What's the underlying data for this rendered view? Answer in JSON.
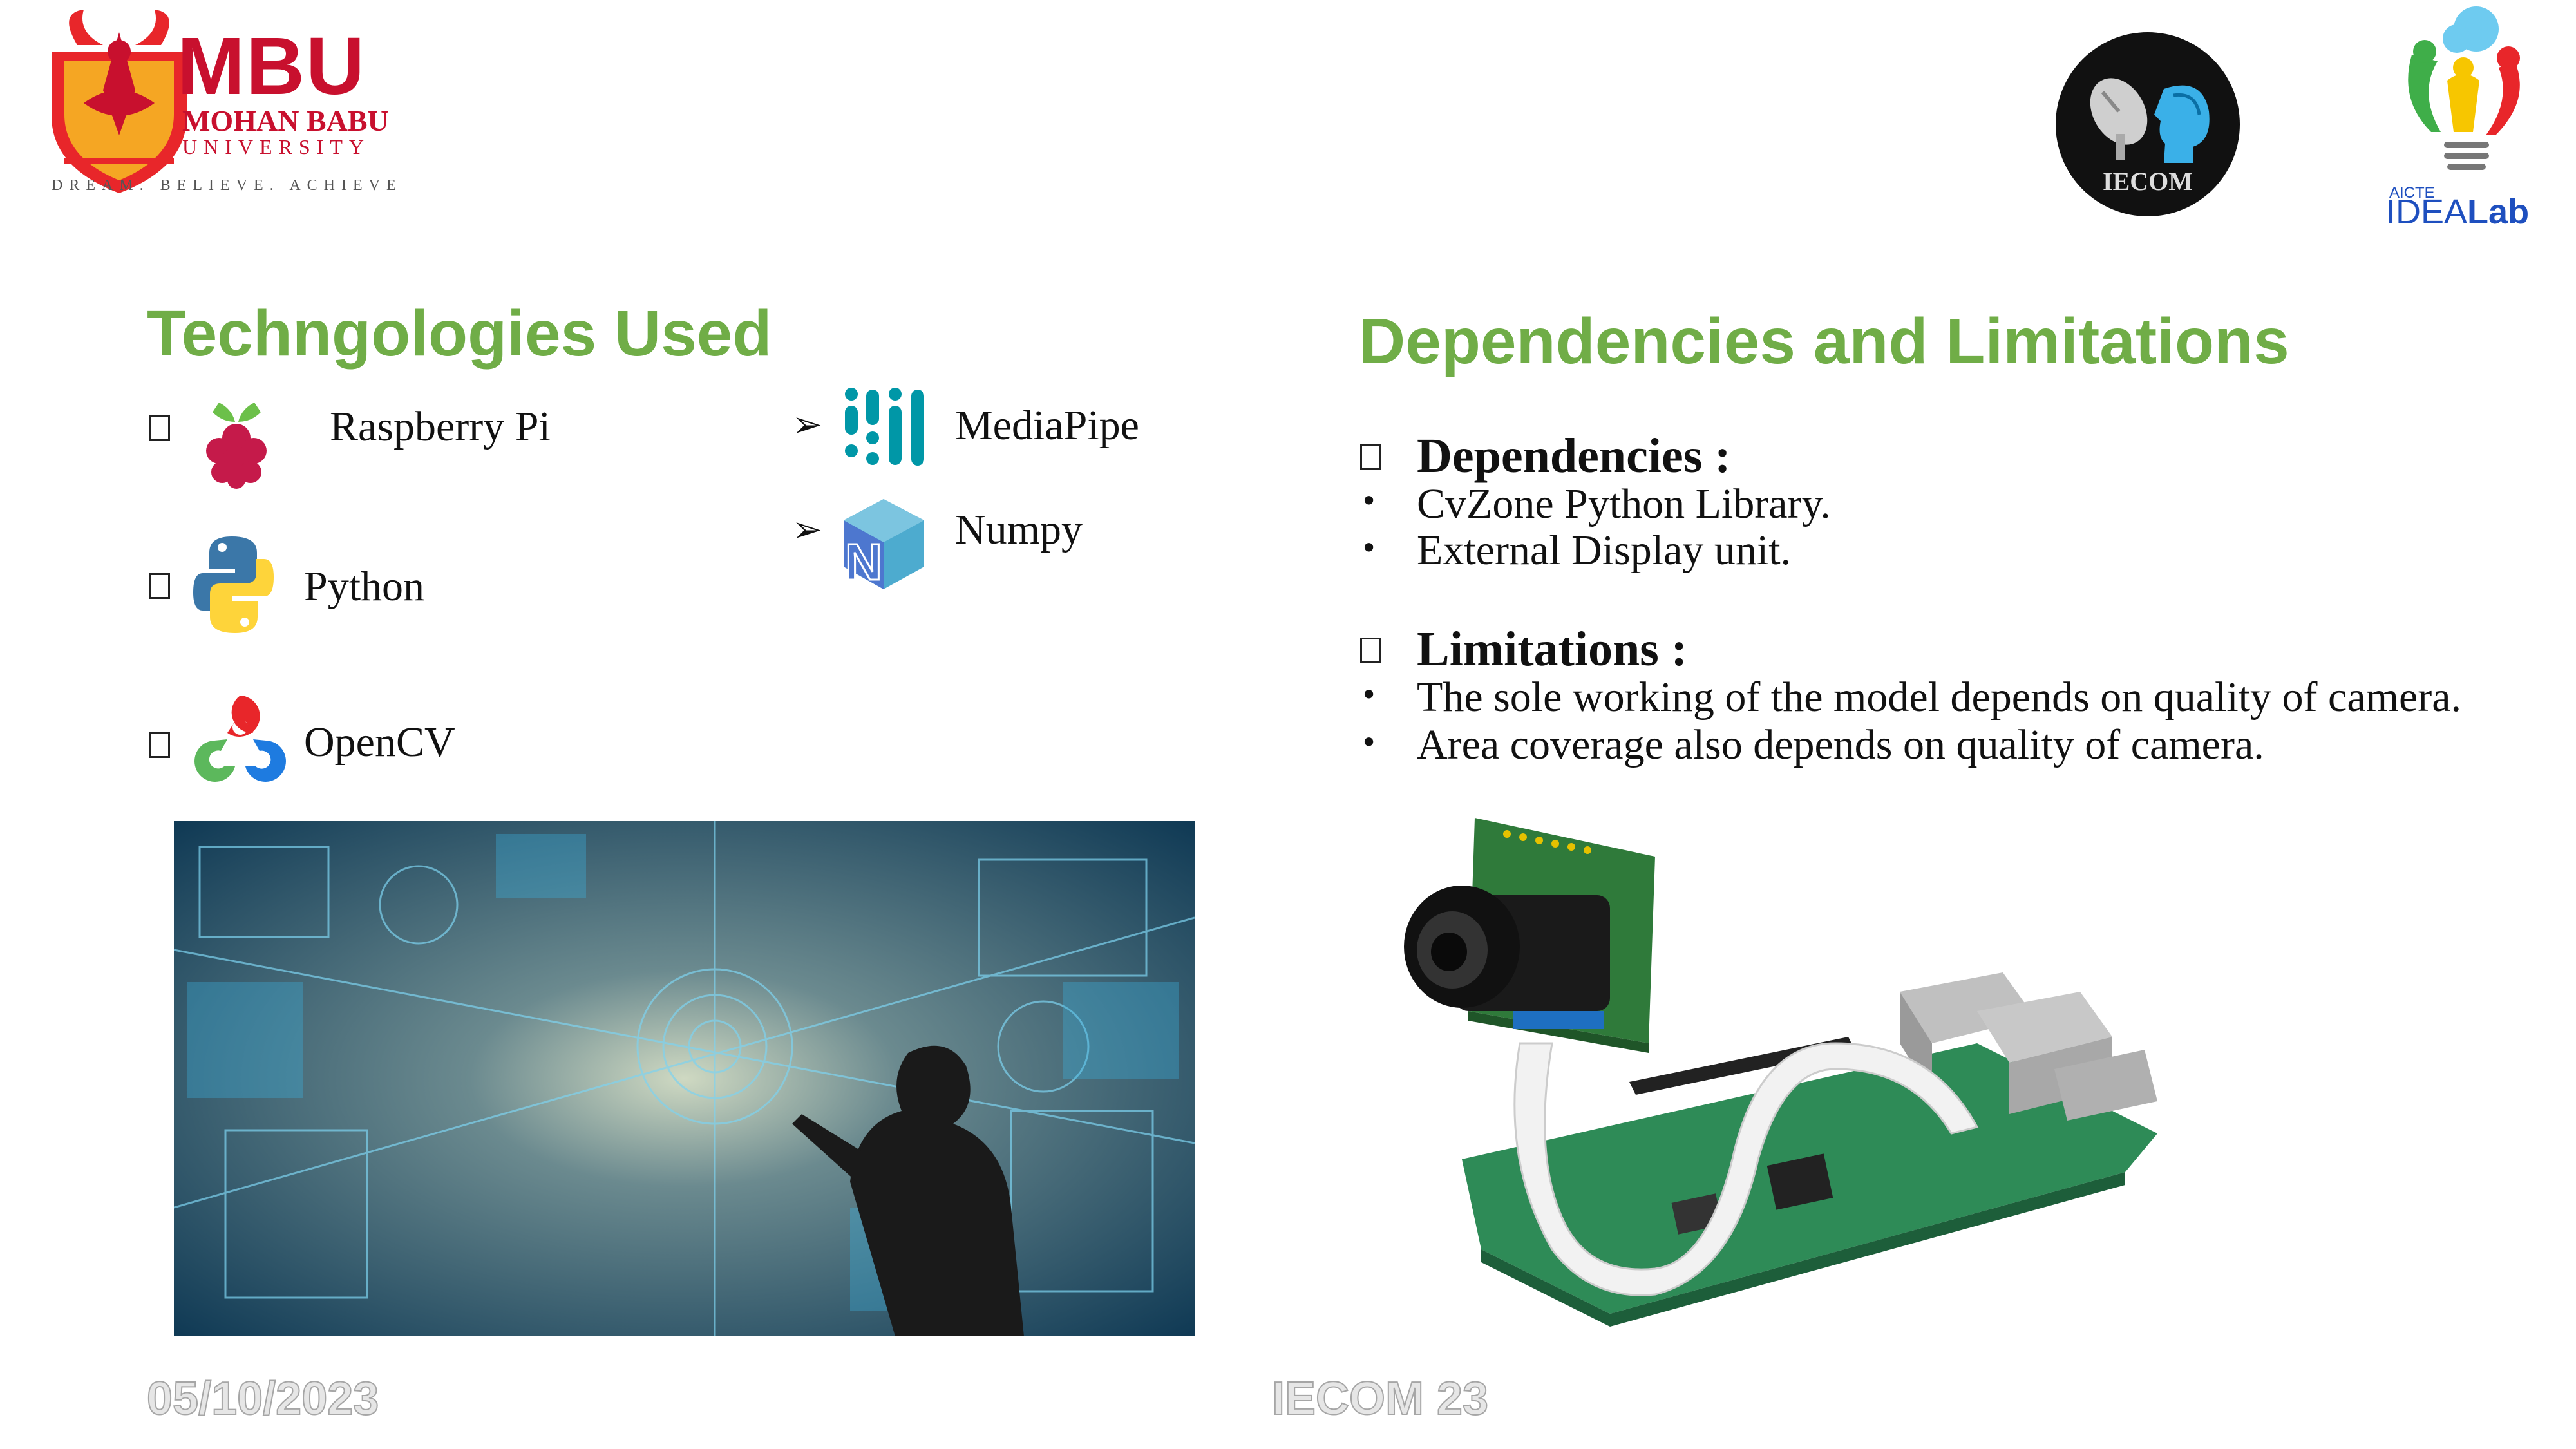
{
  "header": {
    "university_name": "MBU",
    "university_full": "MOHAN BABU",
    "university_sub": "UNIVERSITY",
    "tagline": "DREAM. BELIEVE. ACHIEVE",
    "iecom_label": "IECOM",
    "idea_aicte": "AICTE",
    "idea_label_1": "IDEA",
    "idea_label_2": "Lab"
  },
  "left": {
    "heading": "Techngologies Used",
    "items": [
      {
        "label": "Raspberry Pi",
        "icon": "raspberry-pi-icon"
      },
      {
        "label": "Python",
        "icon": "python-icon"
      },
      {
        "label": "OpenCV",
        "icon": "opencv-icon"
      }
    ],
    "items_right": [
      {
        "label": "MediaPipe",
        "icon": "mediapipe-icon"
      },
      {
        "label": "Numpy",
        "icon": "numpy-icon"
      }
    ]
  },
  "right": {
    "heading": "Dependencies and Limitations",
    "dependencies_title": "Dependencies :",
    "dependencies": [
      "CvZone Python Library.",
      "External Display unit."
    ],
    "limitations_title": "Limitations :",
    "limitations": [
      "The sole working of the model depends on quality of camera.",
      "Area coverage also depends on quality of camera."
    ]
  },
  "footer": {
    "date": "05/10/2023",
    "conference": "IECOM 23"
  },
  "colors": {
    "heading_green": "#70ad47",
    "brand_red": "#c8102e",
    "idea_blue": "#1e4fbf"
  }
}
